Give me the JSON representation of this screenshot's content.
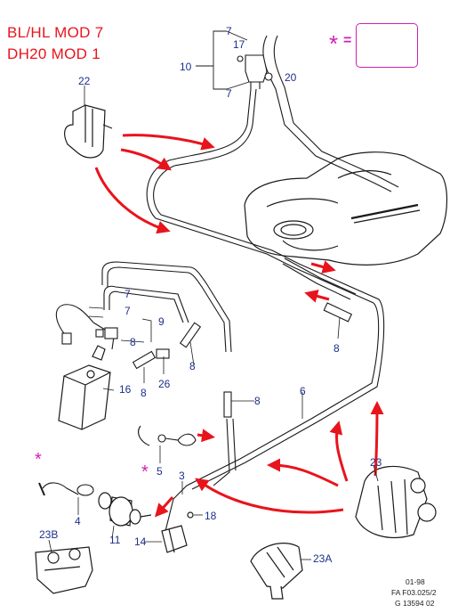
{
  "header": {
    "line1": "BL/HL MOD 7",
    "line2": "DH20 MOD 1"
  },
  "legend": {
    "symbol": "*",
    "equals": "=",
    "icon": "engine-icon"
  },
  "callouts": {
    "c22": "22",
    "c7a": "7",
    "c17": "17",
    "c10": "10",
    "c20": "20",
    "c7b": "7",
    "c7c": "7",
    "c7d": "7",
    "c9": "9",
    "c8a": "8",
    "c16": "16",
    "c8b": "8",
    "c26": "26",
    "c8c": "8",
    "c8d": "8",
    "c8e": "8",
    "c6": "6",
    "c5": "5",
    "c3": "3",
    "c4": "4",
    "c11": "11",
    "c14": "14",
    "c18": "18",
    "c23": "23",
    "c23b": "23B",
    "c23a": "23A"
  },
  "stars": {
    "s1": "*",
    "s2": "*"
  },
  "footer": {
    "date": "01-98",
    "ref": "FA F03.025/2",
    "code": "G 13594 02"
  },
  "colors": {
    "header_text": "#e8141c",
    "callout_text": "#1d2f8a",
    "arrow": "#e8141c",
    "legend": "#d21fb0",
    "line": "#1a1a1a"
  }
}
